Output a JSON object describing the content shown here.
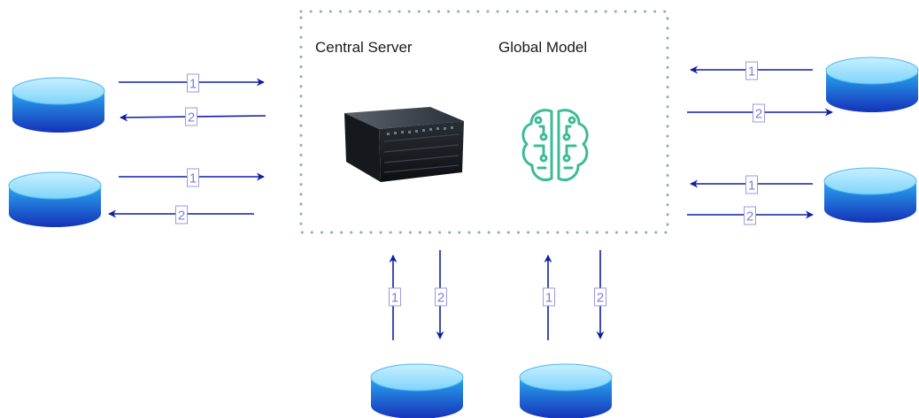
{
  "server": {
    "title": "Central Server",
    "model_label": "Global Model",
    "server_icon": "rack-server-icon",
    "model_icon": "ai-brain-circuit-icon"
  },
  "edge_labels": {
    "upload": "1",
    "download": "2"
  },
  "colors": {
    "arrow": "#0d1fa3",
    "label_text": "#7d7dd6",
    "label_border": "#9a9ae0",
    "db_top": "#a8e4ff",
    "db_side_top": "#29a7f0",
    "db_side_bottom": "#1531b8",
    "brain_icon": "#3dbb96",
    "dotted_border": "#93a7c4"
  },
  "clients": [
    {
      "id": "left-top"
    },
    {
      "id": "left-bottom"
    },
    {
      "id": "right-top"
    },
    {
      "id": "right-bottom"
    },
    {
      "id": "bottom-left"
    },
    {
      "id": "bottom-right"
    }
  ]
}
